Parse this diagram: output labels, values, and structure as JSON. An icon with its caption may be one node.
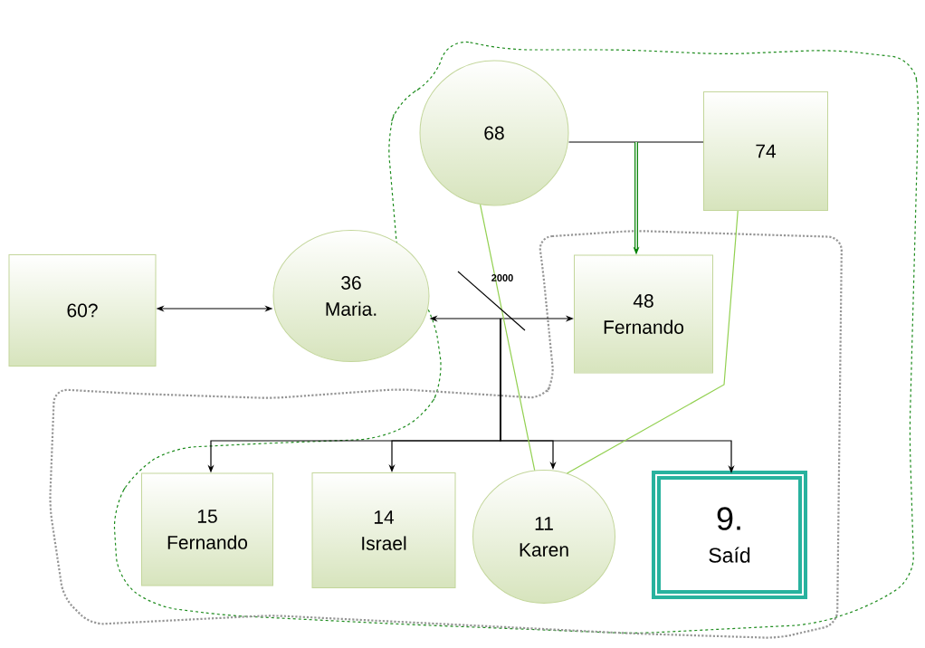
{
  "diagram": {
    "nodes": [
      {
        "text": [
          "68"
        ]
      },
      {
        "text": [
          "74"
        ]
      },
      {
        "text": [
          "60?"
        ]
      },
      {
        "text": [
          "36",
          "Maria."
        ]
      },
      {
        "text": [
          "48",
          "Fernando"
        ]
      },
      {
        "text": [
          "15",
          "Fernando"
        ]
      },
      {
        "text": [
          "14",
          "Israel"
        ]
      },
      {
        "text": [
          "11",
          "Karen"
        ]
      },
      {
        "text": [
          "9.",
          "Saíd"
        ]
      }
    ],
    "edges": [
      {
        "from": 2,
        "to": 3,
        "arrow": "both"
      },
      {
        "from": 0,
        "to": 1,
        "arrow": "none"
      },
      {
        "from": null,
        "to": 4,
        "arrow": "to",
        "style": "thick",
        "color": "#008000"
      },
      {
        "from": 3,
        "to": 4,
        "arrow": "both"
      },
      {
        "from": null,
        "to": 5,
        "arrow": "to"
      },
      {
        "from": null,
        "to": 6,
        "arrow": "to"
      },
      {
        "from": null,
        "to": 7,
        "arrow": "to"
      },
      {
        "from": null,
        "to": 8,
        "arrow": "to"
      },
      {
        "from": 0,
        "to": 7,
        "arrow": "none",
        "color": "#92d050"
      },
      {
        "from": 1,
        "to": 7,
        "arrow": "none",
        "color": "#92d050"
      }
    ],
    "labels": [
      "2000"
    ]
  }
}
